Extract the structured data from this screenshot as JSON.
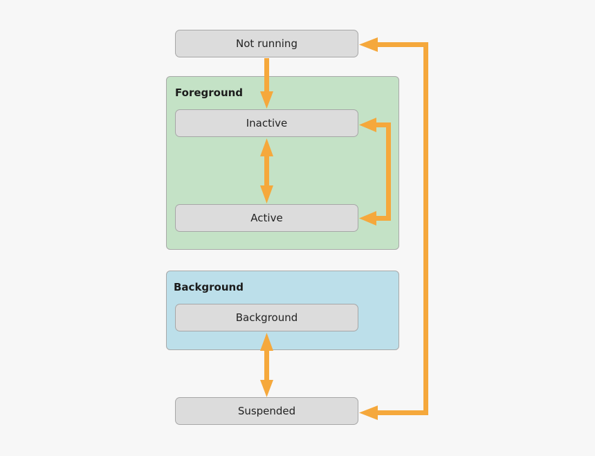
{
  "colors": {
    "background": "#f7f7f7",
    "foreground_fill": "#c4e2c6",
    "background_fill": "#bcdfea",
    "state_fill": "#dcdcdc",
    "arrow": "#f5a83c"
  },
  "groups": {
    "foreground": {
      "title": "Foreground"
    },
    "background": {
      "title": "Background"
    }
  },
  "states": {
    "not_running": "Not running",
    "inactive": "Inactive",
    "active": "Active",
    "background": "Background",
    "suspended": "Suspended"
  }
}
